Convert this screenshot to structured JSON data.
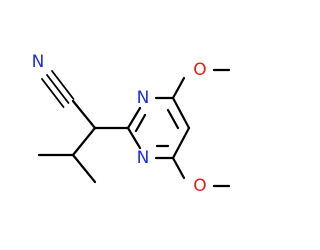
{
  "molecule": {
    "atoms": {
      "nitrile_n": "N",
      "ring_n1": "N",
      "ring_n3": "N",
      "methoxy_o_top": "O",
      "methoxy_o_bottom": "O"
    },
    "colors": {
      "bond": "#000000",
      "nitrogen": "#1f2fd6",
      "oxygen": "#e0201b",
      "background": "#ffffff"
    }
  }
}
